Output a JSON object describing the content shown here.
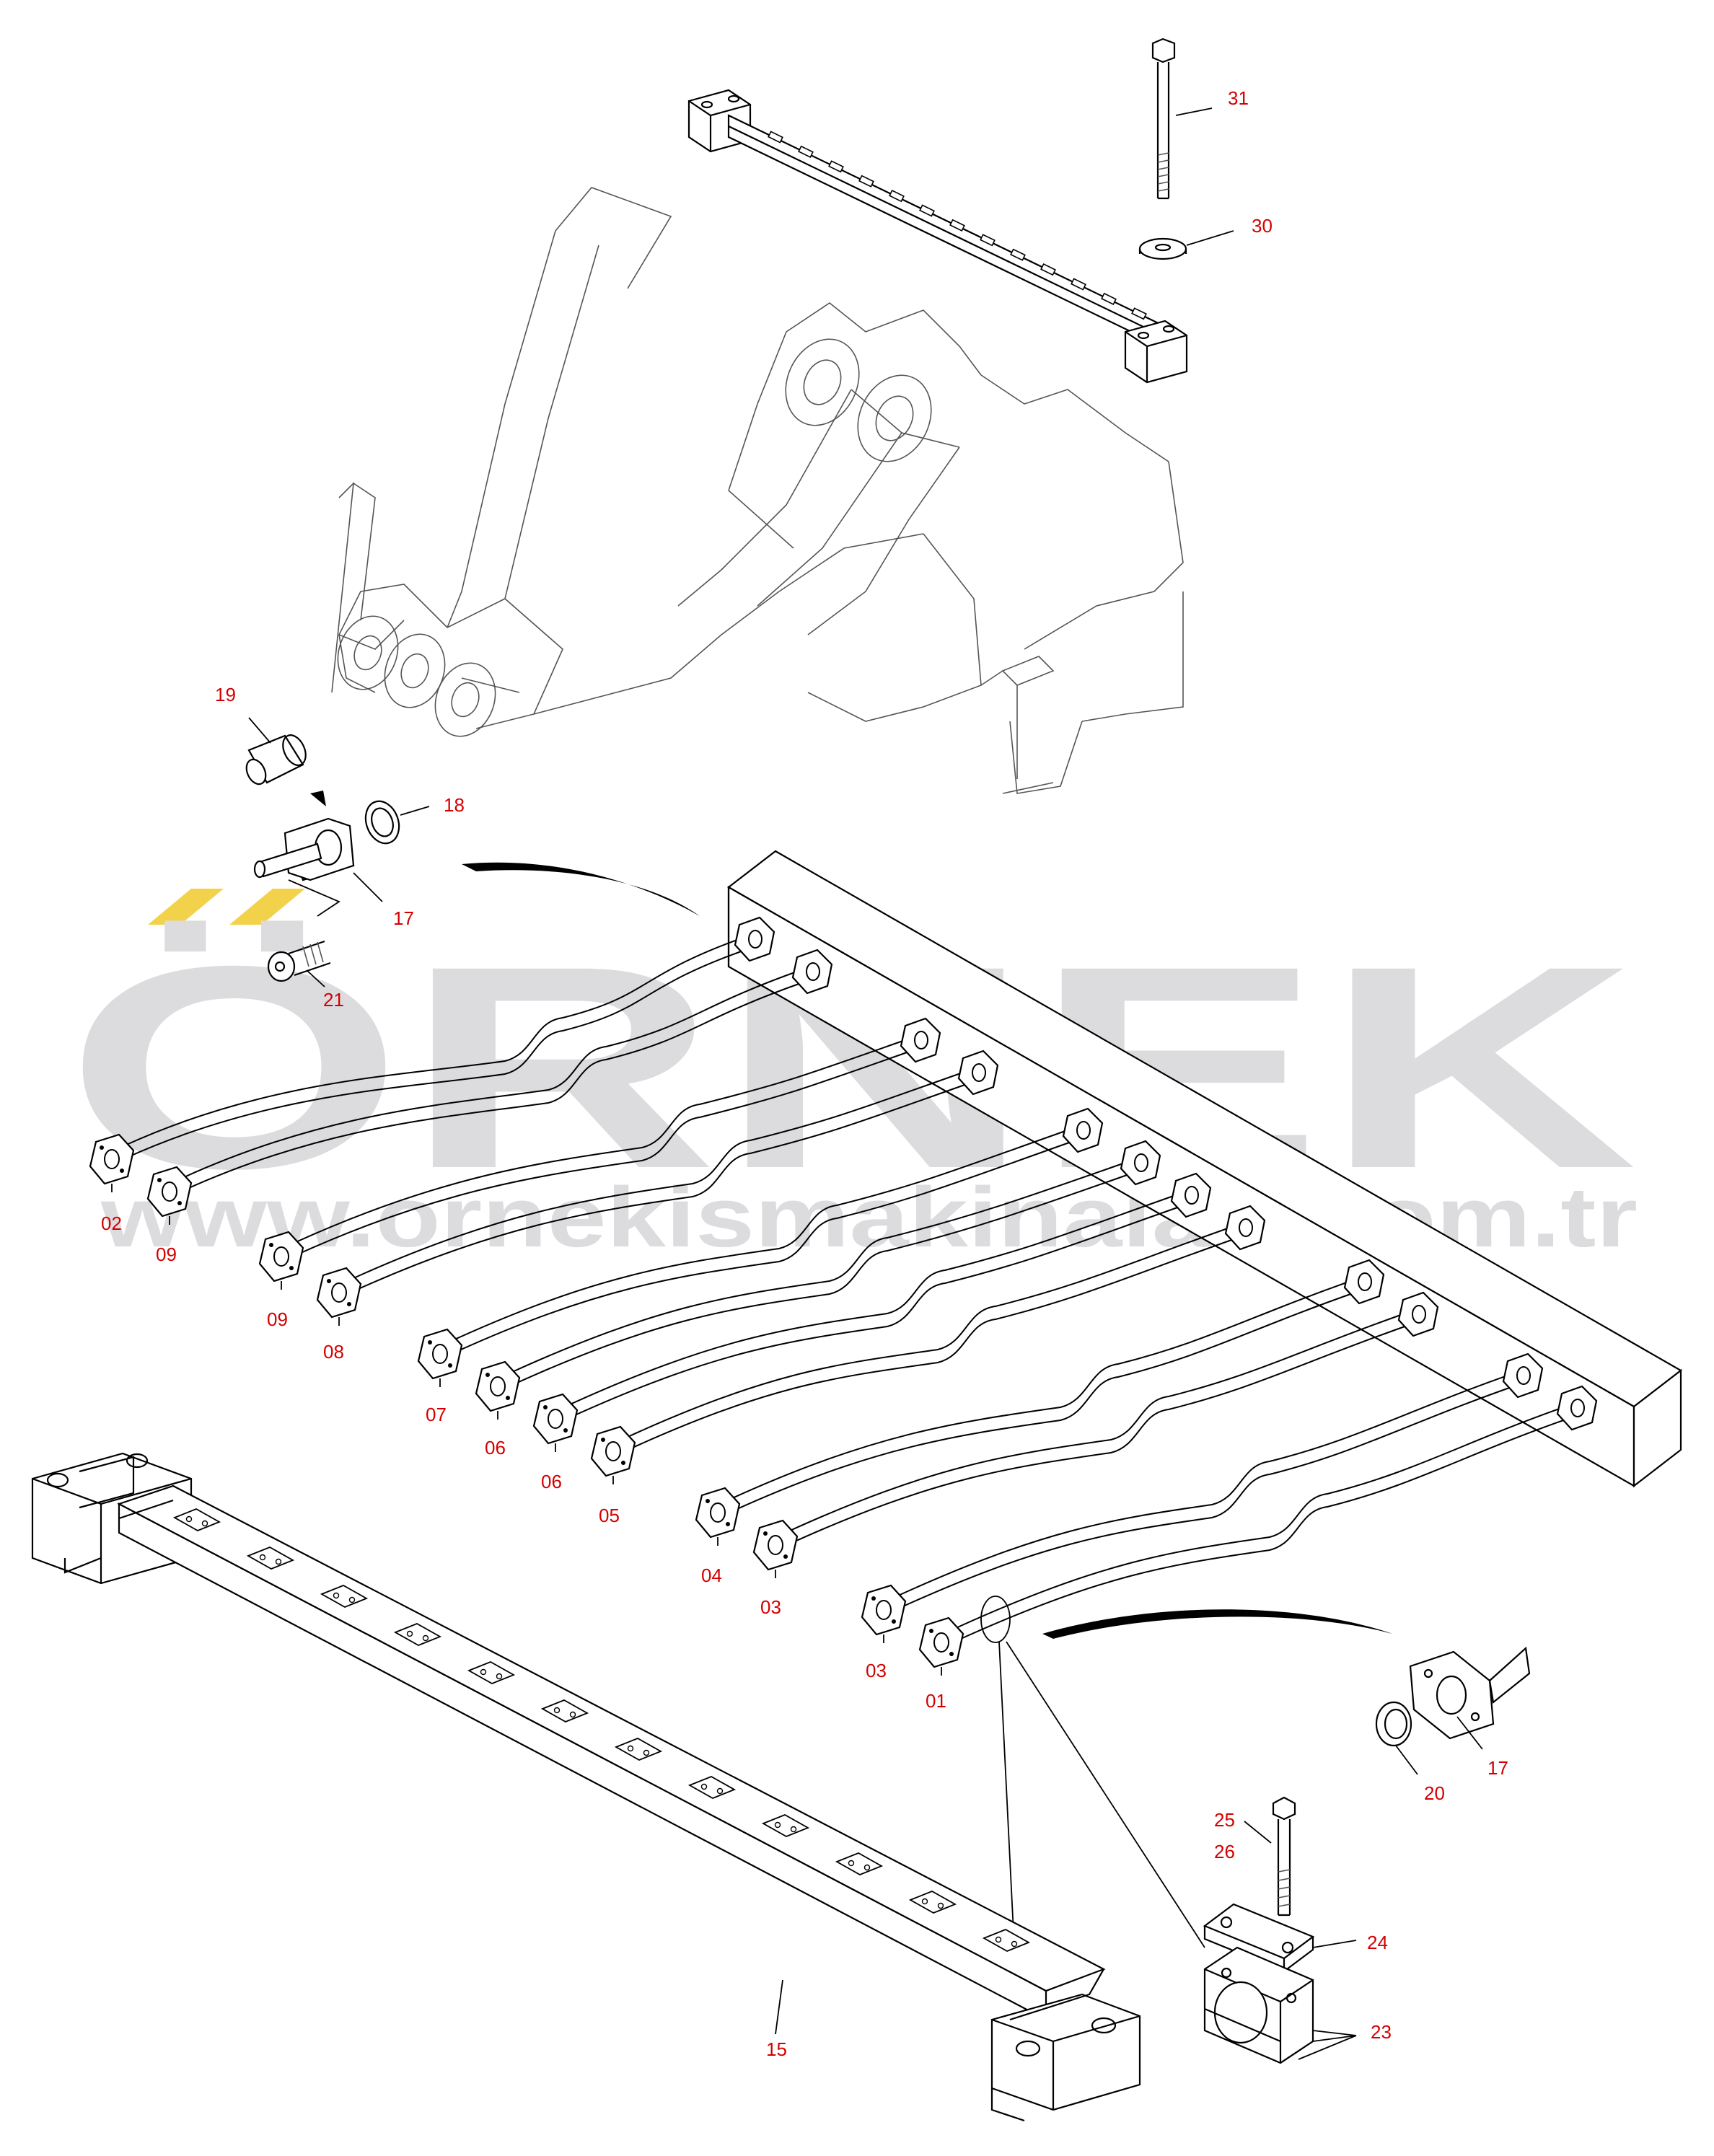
{
  "watermark": {
    "brand": "ÖRNEK",
    "website": "www.ornekismakinalari.com.tr",
    "accent_color": "#f3d24b",
    "text_color": "#dcdcdf"
  },
  "labels": {
    "l31": "31",
    "l30": "30",
    "l19": "19",
    "l18": "18",
    "l17a": "17",
    "l21": "21",
    "l02": "02",
    "l09a": "09",
    "l09b": "09",
    "l08": "08",
    "l07": "07",
    "l06a": "06",
    "l06b": "06",
    "l05": "05",
    "l04": "04",
    "l03a": "03",
    "l03b": "03",
    "l01": "01",
    "l17b": "17",
    "l20": "20",
    "l25": "25",
    "l26": "26",
    "l24": "24",
    "l23": "23",
    "l15": "15"
  },
  "label_color": "#d40000"
}
